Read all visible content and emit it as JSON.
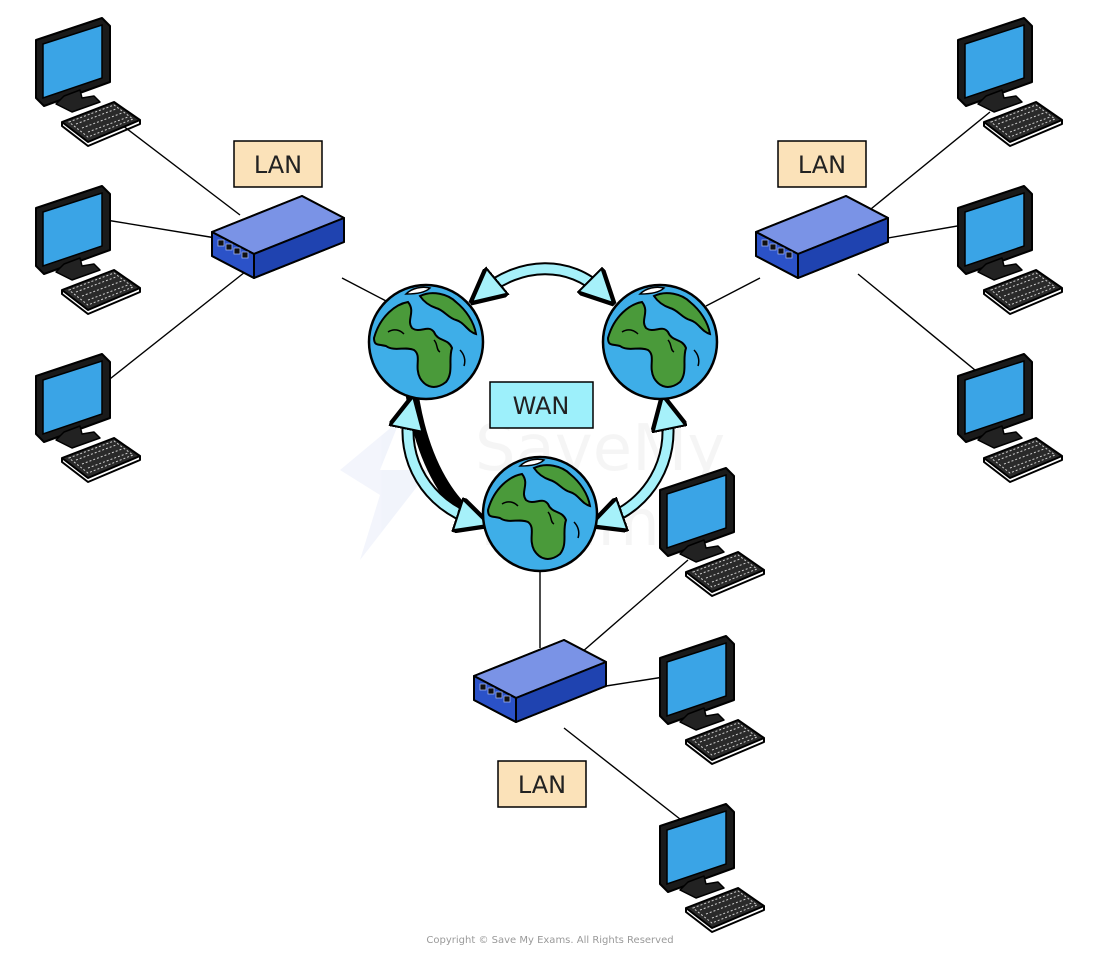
{
  "labels": {
    "lan_left": "LAN",
    "lan_right": "LAN",
    "lan_bottom": "LAN",
    "wan": "WAN"
  },
  "colors": {
    "lan_box": "#fbe2b9",
    "wan_box": "#9df0fb",
    "screen": "#3aa4e6",
    "switch_top": "#7a93e6",
    "switch_front": "#2b52c8",
    "arrow": "#a6f1fa",
    "ocean": "#3eaee8",
    "land": "#4a9a3a"
  },
  "icons": {
    "computer": "desktop-computer-icon",
    "switch": "network-switch-icon",
    "globe": "earth-globe-icon"
  },
  "copyright": "Copyright © Save My Exams. All Rights Reserved"
}
